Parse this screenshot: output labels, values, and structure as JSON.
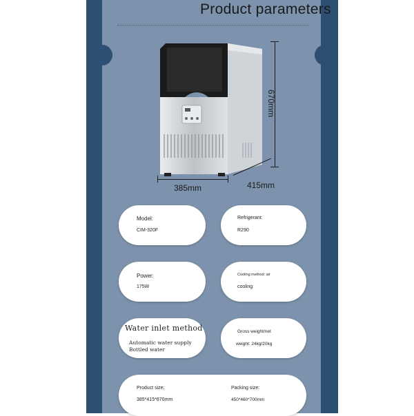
{
  "header": {
    "title": "Product parameters"
  },
  "dimensions": {
    "height": "670mm",
    "width": "385mm",
    "depth": "415mm"
  },
  "specs": {
    "model": {
      "label": "Model:",
      "value": "CIM-320F"
    },
    "refrigerant": {
      "label": "Refrigerant:",
      "value": "R290"
    },
    "power": {
      "label": "Power:",
      "value": "175W"
    },
    "cooling": {
      "label": "Cooling method: air",
      "value": "cooling"
    },
    "water_inlet": {
      "label": "Water inlet method",
      "value_1": "Automatic water supply",
      "value_2": "Bottled water"
    },
    "weight": {
      "label": "Gross weight/net",
      "value": "weight: 24kg/20kg"
    },
    "product_size": {
      "label": "Product size:",
      "value": "385*415*670mm"
    },
    "packing_size": {
      "label": "Packing size:",
      "value": "450*460*700mm"
    }
  },
  "colors": {
    "frame": "#2d4f72",
    "panel": "#7d93ad",
    "card": "#ffffff"
  },
  "icons": {
    "product": "ice-maker-machine"
  }
}
